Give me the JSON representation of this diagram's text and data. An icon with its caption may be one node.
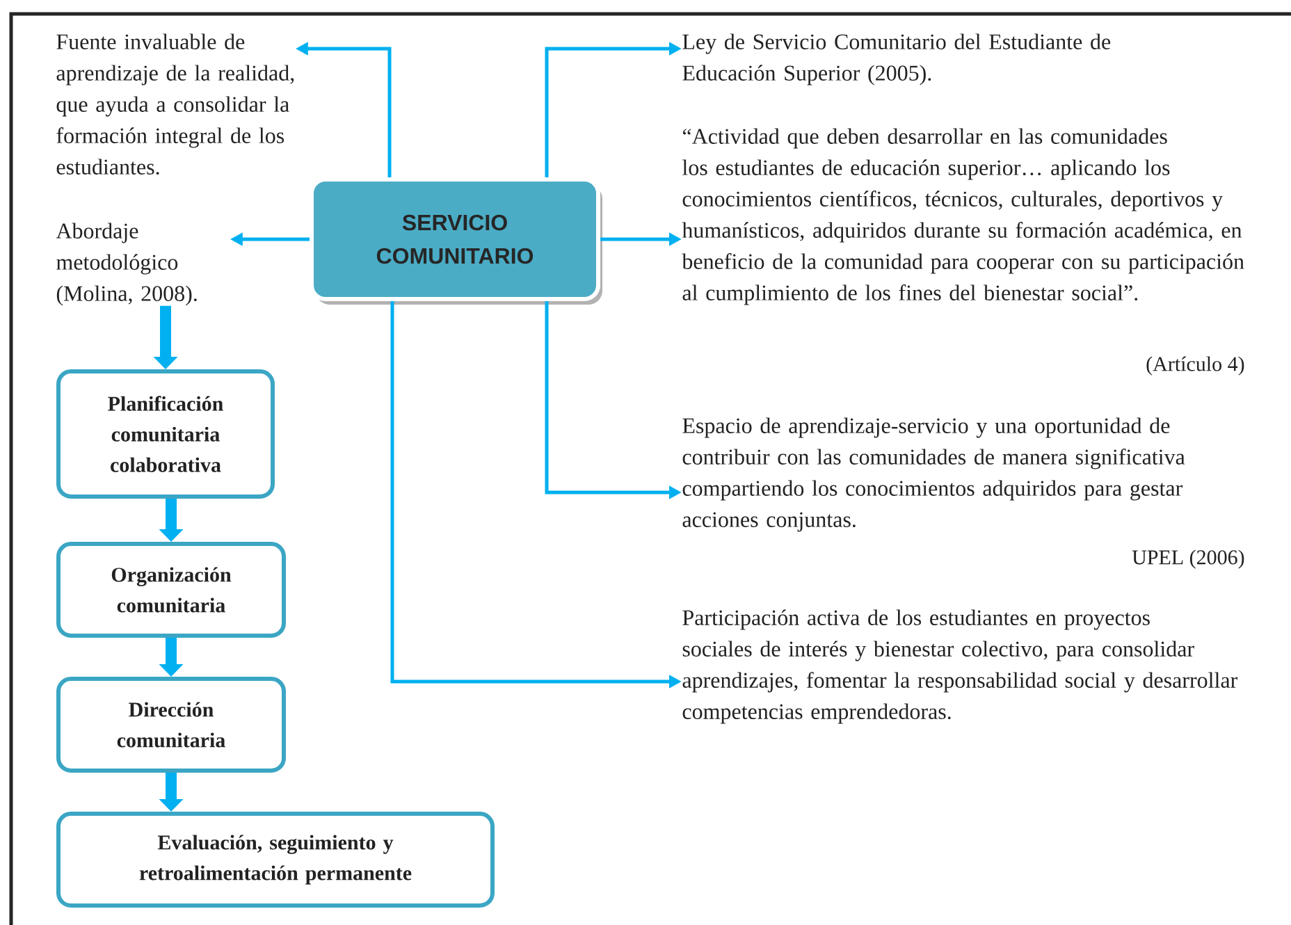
{
  "diagram": {
    "nodes": [
      {
        "text": [
          "SERVICIO COMUNITARIO"
        ]
      },
      {
        "text": [
          "Fuente invaluable de aprendizaje de la realidad, que ayuda a consolidar la formación integral de los estudiantes."
        ]
      },
      {
        "text": [
          "Abordaje metodológico (Molina, 2008)."
        ]
      },
      {
        "text": [
          "Ley de Servicio Comunitario del Estudiante de Educación Superior (2005)."
        ]
      },
      {
        "text": [
          "“Actividad que deben desarrollar en las comunidades los estudiantes de educación superior… aplicando los conocimientos científicos, técnicos, culturales, deportivos y humanísticos, adquiridos durante su formación académica, en beneficio de la comunidad para cooperar con su participación al cumplimiento de los fines del bienestar social”."
        ],
        "beside": [
          "(Artículo 4)"
        ]
      },
      {
        "text": [
          "Espacio de aprendizaje-servicio y una oportunidad de contribuir con las comunidades de manera significativa compartiendo los conocimientos adquiridos para gestar acciones conjuntas."
        ],
        "beside": [
          "UPEL (2006)"
        ]
      },
      {
        "text": [
          "Participación activa de los estudiantes en proyectos sociales de interés y bienestar colectivo, para consolidar aprendizajes, fomentar la responsabilidad social y desarrollar competencias emprendedoras."
        ]
      },
      {
        "text": [
          "Planificación comunitaria colaborativa"
        ]
      },
      {
        "text": [
          "Organización comunitaria"
        ]
      },
      {
        "text": [
          "Dirección comunitaria"
        ]
      },
      {
        "text": [
          "Evaluación, seguimiento y retroalimentación permanente"
        ]
      }
    ],
    "edges": [
      {
        "from": 0,
        "to": 1,
        "arrow": "to"
      },
      {
        "from": 0,
        "to": 2,
        "arrow": "to"
      },
      {
        "from": 0,
        "to": 3,
        "arrow": "to"
      },
      {
        "from": 0,
        "to": 4,
        "arrow": "to"
      },
      {
        "from": 0,
        "to": 5,
        "arrow": "to"
      },
      {
        "from": 0,
        "to": 6,
        "arrow": "to"
      },
      {
        "from": 2,
        "to": 7,
        "arrow": "to",
        "style": "thick"
      },
      {
        "from": 7,
        "to": 8,
        "arrow": "to",
        "style": "thick"
      },
      {
        "from": 8,
        "to": 9,
        "arrow": "to",
        "style": "thick"
      },
      {
        "from": 9,
        "to": 10,
        "arrow": "to",
        "style": "thick"
      }
    ]
  }
}
